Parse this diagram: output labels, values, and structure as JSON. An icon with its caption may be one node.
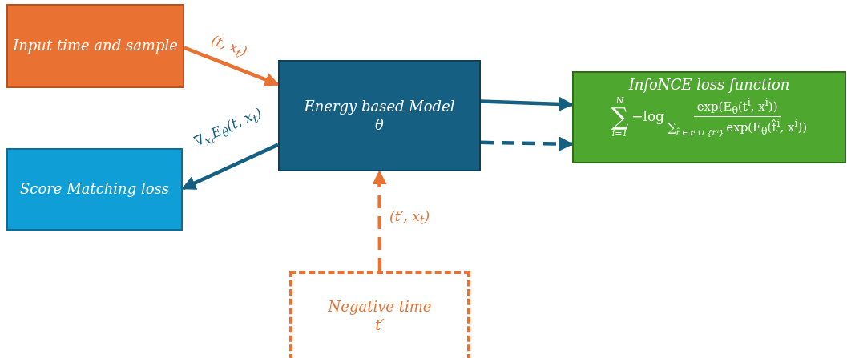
{
  "diagram": {
    "nodes": [
      {
        "text": [
          "Input time and sample"
        ]
      },
      {
        "text": [
          "Energy based Model",
          "θ"
        ]
      },
      {
        "text": [
          "InfoNCE  loss function",
          "N",
          "∑",
          "i=1",
          "−log",
          "exp(E$_{θ}$(t$^{i}$, x$^{i}$))",
          "∑",
          "t̂ ∈ tⁱ ∪ {t′ⁱ}",
          "exp(E$_{θ}$(t̂$^{i}$, x$^{i}$))"
        ]
      },
      {
        "text": [
          "Score Matching loss"
        ]
      },
      {
        "text": [
          "Negative time",
          "t′"
        ]
      }
    ],
    "edges": [
      {
        "from": 0,
        "to": 1,
        "arrow": "to",
        "label": "(t, x$_{t}$)",
        "color": "#e97132"
      },
      {
        "from": 1,
        "to": 2,
        "arrow": "to"
      },
      {
        "from": 1,
        "to": 2,
        "arrow": "to",
        "style": "dashed"
      },
      {
        "from": 1,
        "to": 3,
        "arrow": "to",
        "label": "∇$_{xₜ}$E$_{θ}$(t, x$_{t}$)"
      },
      {
        "from": 4,
        "to": 1,
        "arrow": "to",
        "label": "(t′, x$_{t}$)",
        "style": "dashed",
        "color": "#e97132"
      }
    ]
  }
}
